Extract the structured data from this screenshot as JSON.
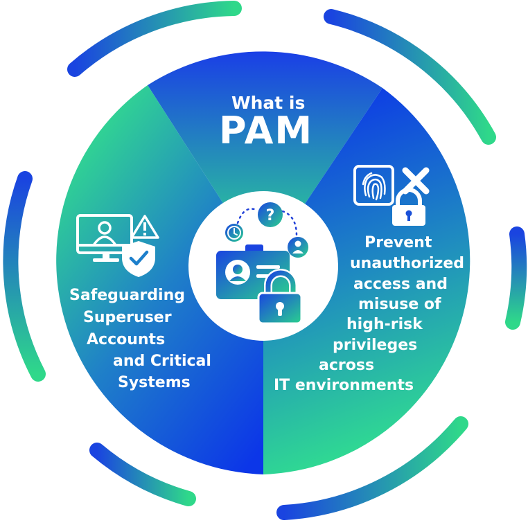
{
  "center": {
    "heading": "What is",
    "title": "PAM"
  },
  "left_segment": {
    "lines": [
      "Safeguarding",
      "Superuser",
      "Accounts",
      "and Critical",
      "Systems"
    ],
    "icons": [
      "monitor-user-icon",
      "warning-icon",
      "shield-check-icon"
    ]
  },
  "right_segment": {
    "lines": [
      "Prevent",
      "unauthorized",
      "access and",
      "misuse of",
      "high-risk",
      "privileges",
      "across",
      "IT environments"
    ],
    "icons": [
      "fingerprint-icon",
      "x-mark-icon",
      "padlock-icon"
    ]
  },
  "hub": {
    "icons": [
      "question-icon",
      "clock-icon",
      "user-circle-icon",
      "id-badge-icon",
      "padlock-icon"
    ]
  },
  "colors": {
    "blue": "#1340e0",
    "green": "#2fe08a",
    "white": "#ffffff"
  }
}
